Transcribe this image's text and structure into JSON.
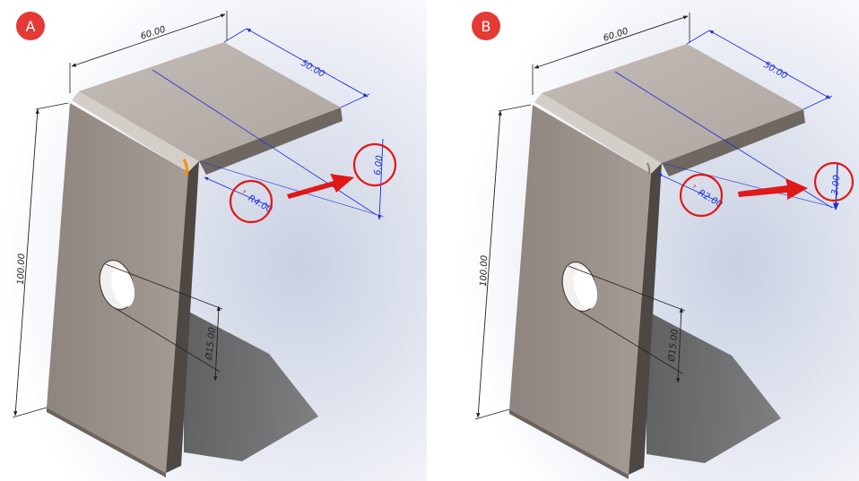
{
  "panels": [
    {
      "badge": "A",
      "dims": {
        "width": "60.00",
        "depth": "50.00",
        "height": "100.00",
        "hole": "Ø15.00",
        "thickness": "6.00",
        "radius_symbol": "ꜛ",
        "radius": "R4.00"
      }
    },
    {
      "badge": "B",
      "dims": {
        "width": "60.00",
        "depth": "50.00",
        "height": "100.00",
        "hole": "Ø15.00",
        "thickness": "3.00",
        "radius_symbol": "ꜛ",
        "radius": "R2.00"
      }
    }
  ],
  "colors": {
    "badge_red": "#e53935",
    "highlight_red": "#e01818",
    "dimension_blue": "#1a2fd6",
    "dimension_black": "#222222",
    "metal_front": "#9b918b",
    "metal_top": "#b9b1ab",
    "shadow": "#5a5a5a",
    "bend_highlight": "#ff8c00"
  }
}
